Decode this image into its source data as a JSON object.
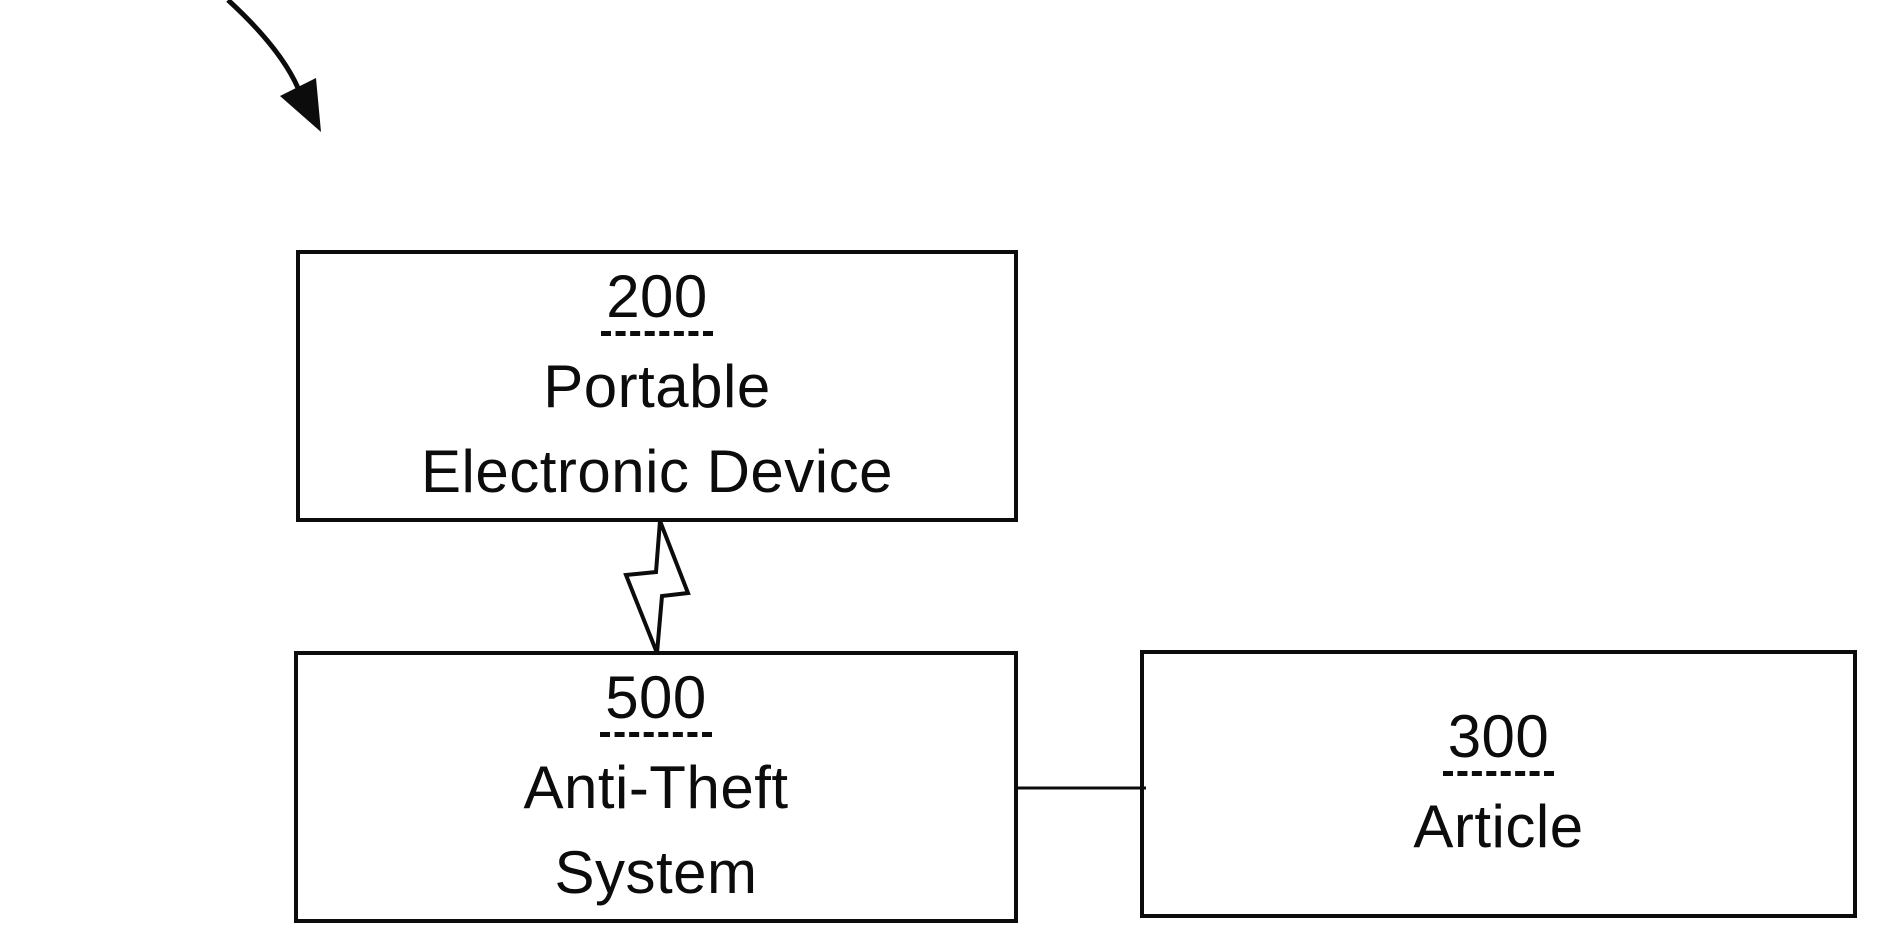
{
  "figure": {
    "background_color": "#ffffff",
    "ink_color": "#0c0c0c",
    "boxes": {
      "portable_electronic_device": {
        "ref": "200",
        "line1": "Portable",
        "line2": "Electronic Device"
      },
      "anti_theft_system": {
        "ref": "500",
        "line1": "Anti-Theft",
        "line2": "System"
      },
      "article": {
        "ref": "300",
        "line1": "Article"
      }
    },
    "icons": {
      "figure_pointer": "curved-arrow-icon",
      "wireless_link": "lightning-bolt-icon",
      "wired_link": "connector-line"
    }
  }
}
